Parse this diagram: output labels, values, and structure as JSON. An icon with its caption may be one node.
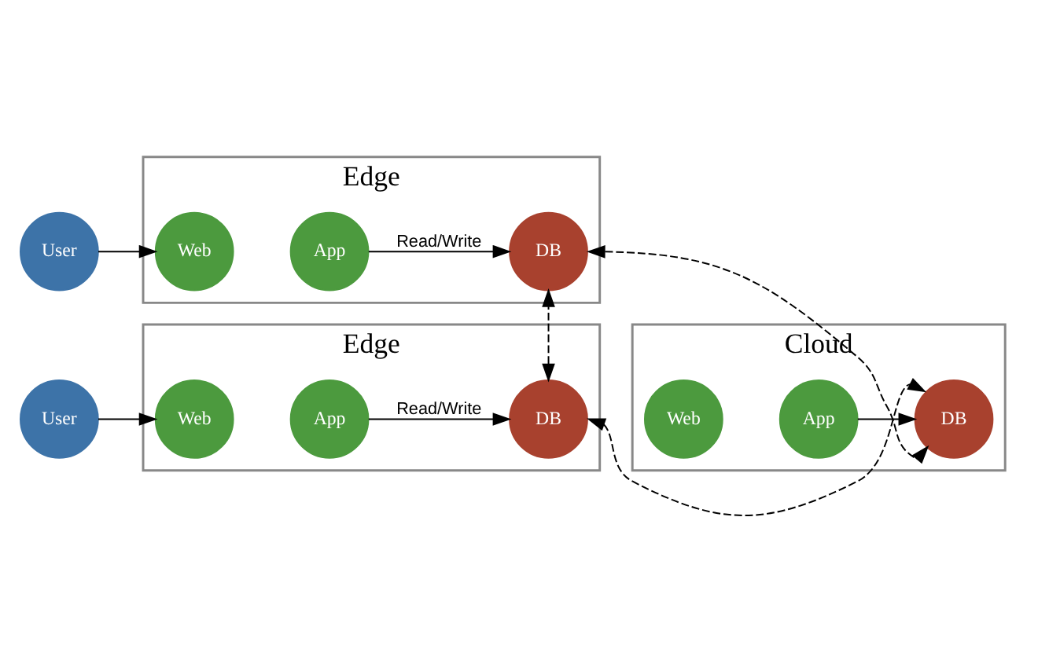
{
  "diagram": {
    "nodes": [
      {
        "text": [
          "Edge"
        ]
      },
      {
        "text": [
          "User"
        ]
      },
      {
        "text": [
          "Web"
        ],
        "in": 0
      },
      {
        "text": [
          "App"
        ],
        "in": 0
      },
      {
        "text": [
          "DB"
        ],
        "in": 0
      },
      {
        "text": [
          "Cloud"
        ]
      },
      {
        "text": [
          "Web"
        ],
        "in": 5
      },
      {
        "text": [
          "App"
        ],
        "in": 5
      },
      {
        "text": [
          "DB"
        ],
        "in": 5
      },
      {
        "text": [
          "Edge"
        ]
      },
      {
        "text": [
          "User"
        ]
      },
      {
        "text": [
          "Web"
        ],
        "in": 9
      },
      {
        "text": [
          "App"
        ],
        "in": 9
      },
      {
        "text": [
          "DB"
        ],
        "in": 9
      }
    ],
    "edges": [
      {
        "from": 1,
        "to": 2,
        "arrow": "to"
      },
      {
        "from": 3,
        "to": 4,
        "arrow": "to",
        "label": "Read/Write"
      },
      {
        "from": 4,
        "to": 8,
        "arrow": "both",
        "style": "dashed"
      },
      {
        "from": 4,
        "to": 13,
        "arrow": "both",
        "style": "dashed"
      },
      {
        "from": 7,
        "to": 8,
        "arrow": "to"
      },
      {
        "from": 10,
        "to": 11,
        "arrow": "to"
      },
      {
        "from": 12,
        "to": 13,
        "arrow": "to",
        "label": "Read/Write"
      },
      {
        "from": 13,
        "to": 8,
        "arrow": "both",
        "style": "dashed"
      }
    ]
  }
}
